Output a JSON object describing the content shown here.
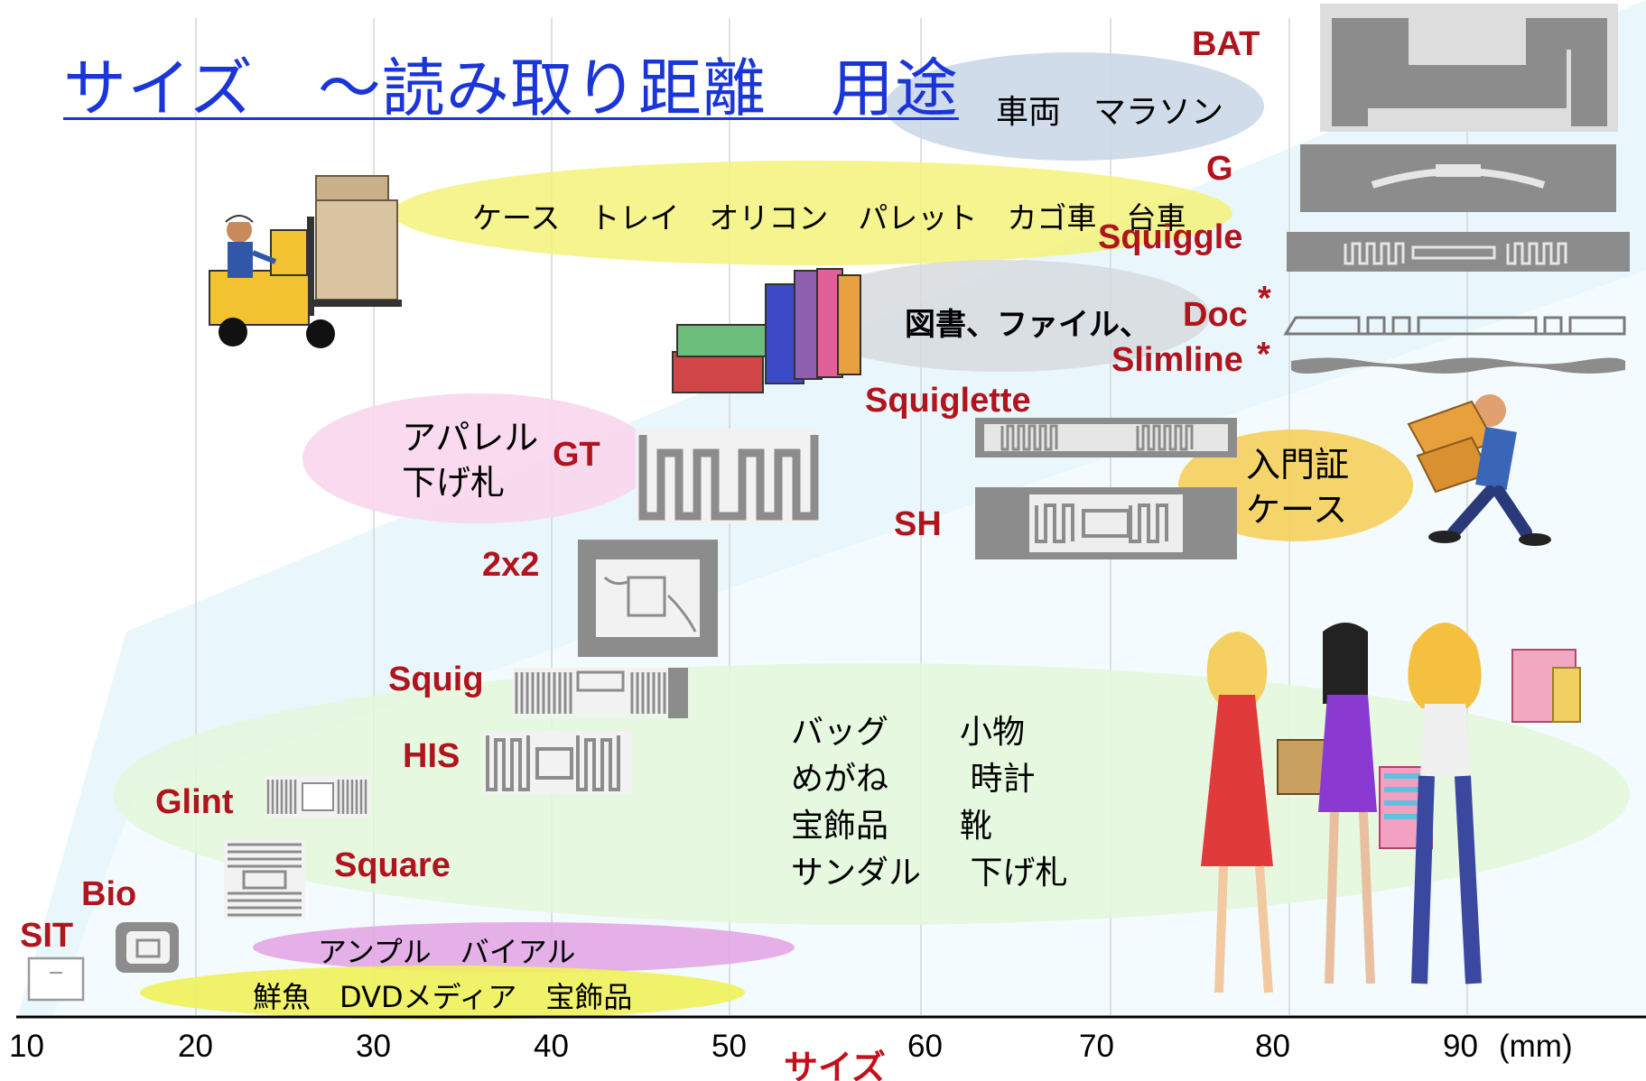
{
  "title": "サイズ　～読み取り距離　用途",
  "chart_data": {
    "type": "diagram",
    "x_axis_label": "サイズ",
    "x_axis_unit": "(mm)",
    "x_ticks": [
      "10",
      "20",
      "30",
      "40",
      "50",
      "60",
      "70",
      "80",
      "90"
    ],
    "tag_models": [
      "BAT",
      "G",
      "Squiggle",
      "Doc",
      "Slimline",
      "Squiglette",
      "SH",
      "GT",
      "2x2",
      "Squig",
      "HIS",
      "Glint",
      "Square",
      "Bio",
      "SIT"
    ],
    "asterisk": "*",
    "uses": {
      "vehicle": "車両　マラソン",
      "logistics": "ケース　トレイ　オリコン　パレット　カゴ車　台車",
      "books": "図書、ファイル、",
      "apparel": "アパレル\n下げ札",
      "badge": "入門証\nケース",
      "goods_left": "バッグ\nめがね\n宝飾品\nサンダル",
      "goods_right": "小物\n 時計\n靴\n 下げ札",
      "ampoule": "アンプル　バイアル",
      "small": "鮮魚　DVDメディア　宝飾品"
    }
  },
  "colors": {
    "title": "#1a35d8",
    "tag": "#b0141c",
    "axis_label": "#c2101c",
    "vehicle_oval": "#c9d6e6",
    "logistics_oval": "#f5f27a",
    "books_oval": "#d4d8dc",
    "apparel_oval": "#f8d6ec",
    "badge_oval": "#f6cf5c",
    "goods_oval": "#e4f7dc",
    "ampoule_oval": "#e3a6e6",
    "small_oval": "#f0f25a",
    "tag_metal": "#8c8c8c"
  },
  "icons": [
    "forklift-icon",
    "books-icon",
    "delivery-man-icon",
    "shoppers-icon"
  ]
}
